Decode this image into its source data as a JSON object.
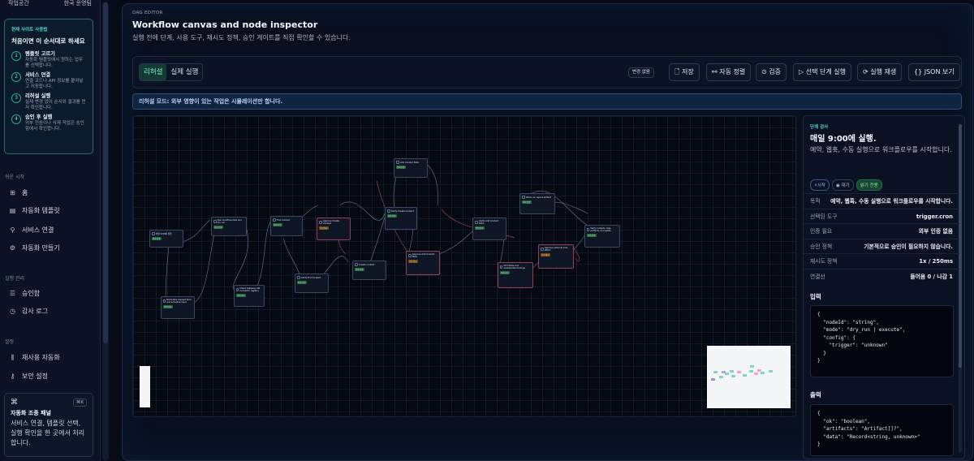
{
  "sidebar": {
    "workspace_label": "작업공간",
    "workspace_value": "한국 운영팀",
    "guide": {
      "tag": "현재 사이트 사용법",
      "title": "처음이면 이 순서대로 하세요",
      "steps": [
        {
          "num": "1",
          "title": "템플릿 고르기",
          "desc": "자동화 템플릿에서 원하는 업무를 선택합니다."
        },
        {
          "num": "2",
          "title": "서비스 연결",
          "desc": "연결 코드나 API 정보를 붙여넣고 저장합니다."
        },
        {
          "num": "3",
          "title": "리허설 실행",
          "desc": "실제 변경 없이 순서와 결과를 먼저 확인합니다."
        },
        {
          "num": "4",
          "title": "승인 후 실행",
          "desc": "외부 전송이나 삭제 작업은 승인함에서 확인합니다."
        }
      ]
    },
    "sections": {
      "quick_start": "쉬운 시작",
      "run_manage": "실행 관리",
      "settings": "설정"
    },
    "nav": {
      "home": "홈",
      "templates": "자동화 템플릿",
      "connections": "서비스 연결",
      "create": "자동화 만들기",
      "approvals": "승인함",
      "audit": "감사 로그",
      "reuse": "재사용 자동화",
      "security": "보안 설정"
    },
    "command_panel": {
      "kbd": "⌘K",
      "title": "자동화 조종 패널",
      "desc": "서비스 연결, 템플릿 선택, 실행 확인을 한 곳에서 처리합니다."
    }
  },
  "header": {
    "tag": "DAG EDITOR",
    "title": "Workflow canvas and node inspector",
    "subtitle": "실행 전에 단계, 사용 도구, 재시도 정책, 승인 게이트를 직접 확인할 수 있습니다."
  },
  "toolbar": {
    "mode_rehearsal": "리허설",
    "mode_live": "실제 실행",
    "unchanged": "변경 없음",
    "save": "저장",
    "auto_arrange": "자동 정렬",
    "validate": "검증",
    "run_selected": "선택 단계 실행",
    "replay": "실행 재생",
    "json_view": "JSON 보기"
  },
  "notice": "리허설 모드: 외부 영향이 있는 작업은 시뮬레이션만 합니다.",
  "canvas": {
    "nodes": [
      {
        "title": "매일 9:00에 실행",
        "tag": "입력 전용"
      },
      {
        "title": "Normalize request form and schedule input",
        "tag": "입력 전용"
      },
      {
        "title": "Plan workflow DAG and dry-run",
        "tag": "입력 전용"
      },
      {
        "title": "Check Gateway API connector registry",
        "tag": "입력 전용"
      },
      {
        "title": "Find Contact",
        "tag": "입력 전용"
      },
      {
        "title": "Verify Find Contact",
        "tag": "입력 전용"
      },
      {
        "title": "Approve Create Contact",
        "tag": "승인 필요"
      },
      {
        "title": "Create Contact",
        "tag": "입력 전용"
      },
      {
        "title": "Add Contact Note",
        "tag": "입력 전용"
      },
      {
        "title": "Verify Create Contact",
        "tag": "입력 전용"
      },
      {
        "title": "Approve Add Contact Note",
        "tag": "승인 필요"
      },
      {
        "title": "Verify Add Contact Note",
        "tag": "입력 전용"
      },
      {
        "title": "Normalize and deduplicate findings",
        "tag": "입력 전용"
      },
      {
        "title": "Write run report artifact",
        "tag": "입력 전용"
      },
      {
        "title": "Approve external side effect",
        "tag": "승인 필요"
      },
      {
        "title": "Verify outputs, logs, artifacts, and gates",
        "tag": "입력 전용"
      }
    ]
  },
  "inspector": {
    "tag": "단계 검사",
    "title": "매일 9:00에 실행.",
    "desc": "예약, 웹훅, 수동 실행으로 워크플로우를 시작합니다.",
    "badges": {
      "start": "시작",
      "wait": "대기",
      "read_only": "읽기 전용"
    },
    "rows": [
      {
        "label": "목적",
        "value": "예약, 웹훅, 수동 실행으로 워크플로우를 시작합니다."
      },
      {
        "label": "선택된 도구",
        "value": "trigger.cron"
      },
      {
        "label": "인증 필요",
        "value": "외부 인증 없음"
      },
      {
        "label": "승인 정책",
        "value": "기본적으로 승인이 필요하지 않습니다."
      },
      {
        "label": "재시도 정책",
        "value": "1x / 250ms"
      },
      {
        "label": "연결선",
        "value": "들어옴 0 / 나감 1"
      }
    ],
    "input_title": "입력",
    "input_code": "{\n  \"nodeId\": \"string\",\n  \"mode\": \"dry_run | execute\",\n  \"config\": {\n    \"trigger\": \"unknown\"\n  }\n}",
    "output_title": "출력",
    "output_code": "{\n  \"ok\": \"boolean\",\n  \"artifacts\": \"Artifact[]?\",\n  \"data\": \"Record<string, unknown>\"\n}"
  },
  "colors": {
    "accent": "#4fd6d0",
    "approve": "#9b3d55",
    "tag_ok": "#24643e"
  }
}
